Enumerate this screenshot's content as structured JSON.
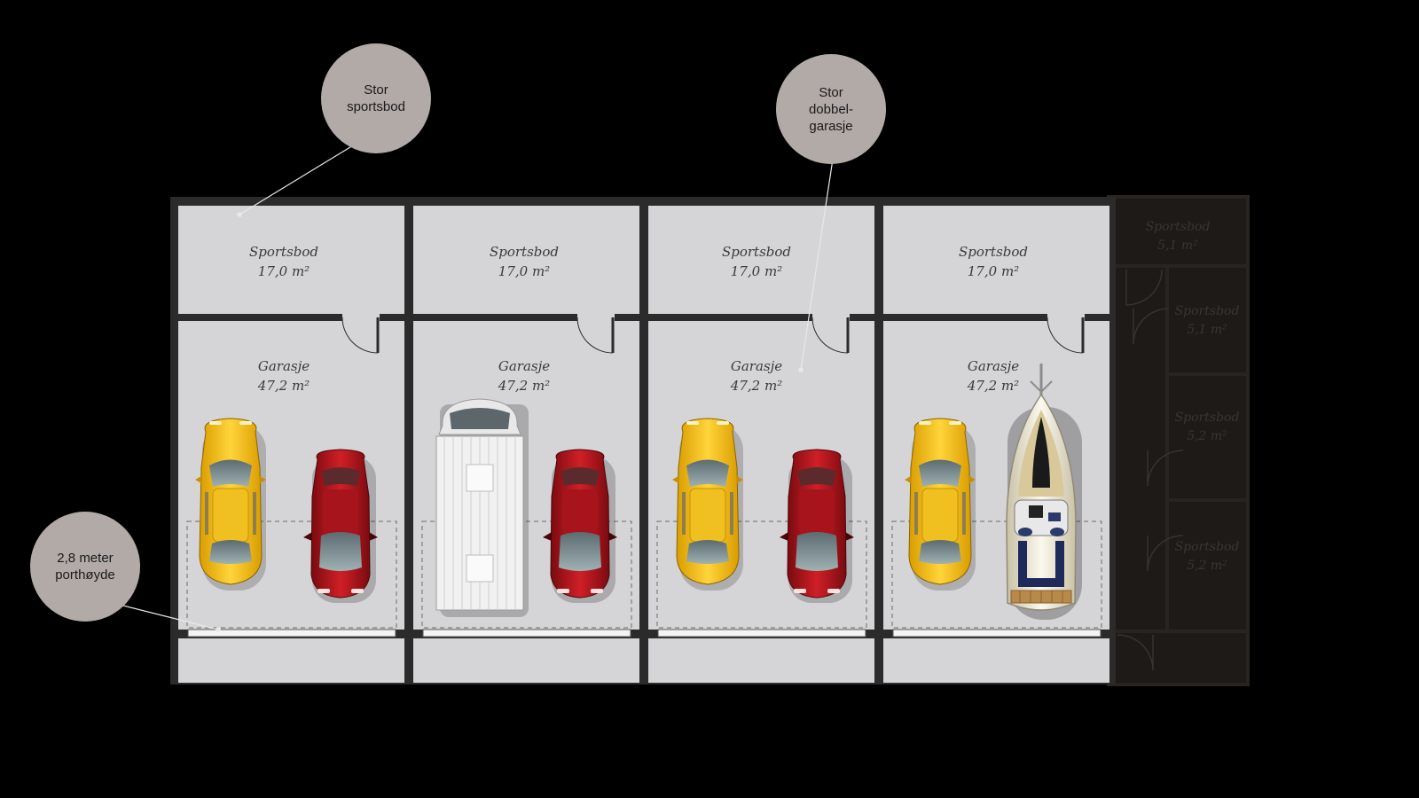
{
  "callouts": {
    "sportsbod": {
      "text": "Stor\nsportsbod"
    },
    "garasje": {
      "text": "Stor\ndobbel-\ngarasje"
    },
    "porthoyde": {
      "text": "2,8 meter\nporthøyde"
    }
  },
  "units": [
    {
      "storage": {
        "label": "Sportsbod",
        "area": "17,0 m²"
      },
      "garage": {
        "label": "Garasje",
        "area": "47,2 m²"
      },
      "vehicles": [
        "yellow-car",
        "red-car"
      ]
    },
    {
      "storage": {
        "label": "Sportsbod",
        "area": "17,0 m²"
      },
      "garage": {
        "label": "Garasje",
        "area": "47,2 m²"
      },
      "vehicles": [
        "white-van",
        "red-car"
      ]
    },
    {
      "storage": {
        "label": "Sportsbod",
        "area": "17,0 m²"
      },
      "garage": {
        "label": "Garasje",
        "area": "47,2 m²"
      },
      "vehicles": [
        "yellow-car",
        "red-car"
      ]
    },
    {
      "storage": {
        "label": "Sportsbod",
        "area": "17,0 m²"
      },
      "garage": {
        "label": "Garasje",
        "area": "47,2 m²"
      },
      "vehicles": [
        "yellow-car",
        "boat"
      ]
    }
  ],
  "side_storage": [
    {
      "label": "Sportsbod",
      "area": "5,1 m²"
    },
    {
      "label": "Sportsbod",
      "area": "5,1 m²"
    },
    {
      "label": "Sportsbod",
      "area": "5,2 m²"
    },
    {
      "label": "Sportsbod",
      "area": "5,2 m²"
    }
  ],
  "colors": {
    "background": "#000000",
    "floor": "#d5d5d7",
    "wall": "#2b2b2b",
    "bubble": "#b2aaa7",
    "taxi_yellow": "#f5c21b",
    "car_red": "#b3131a",
    "dim_floor": "#1e1a17"
  }
}
